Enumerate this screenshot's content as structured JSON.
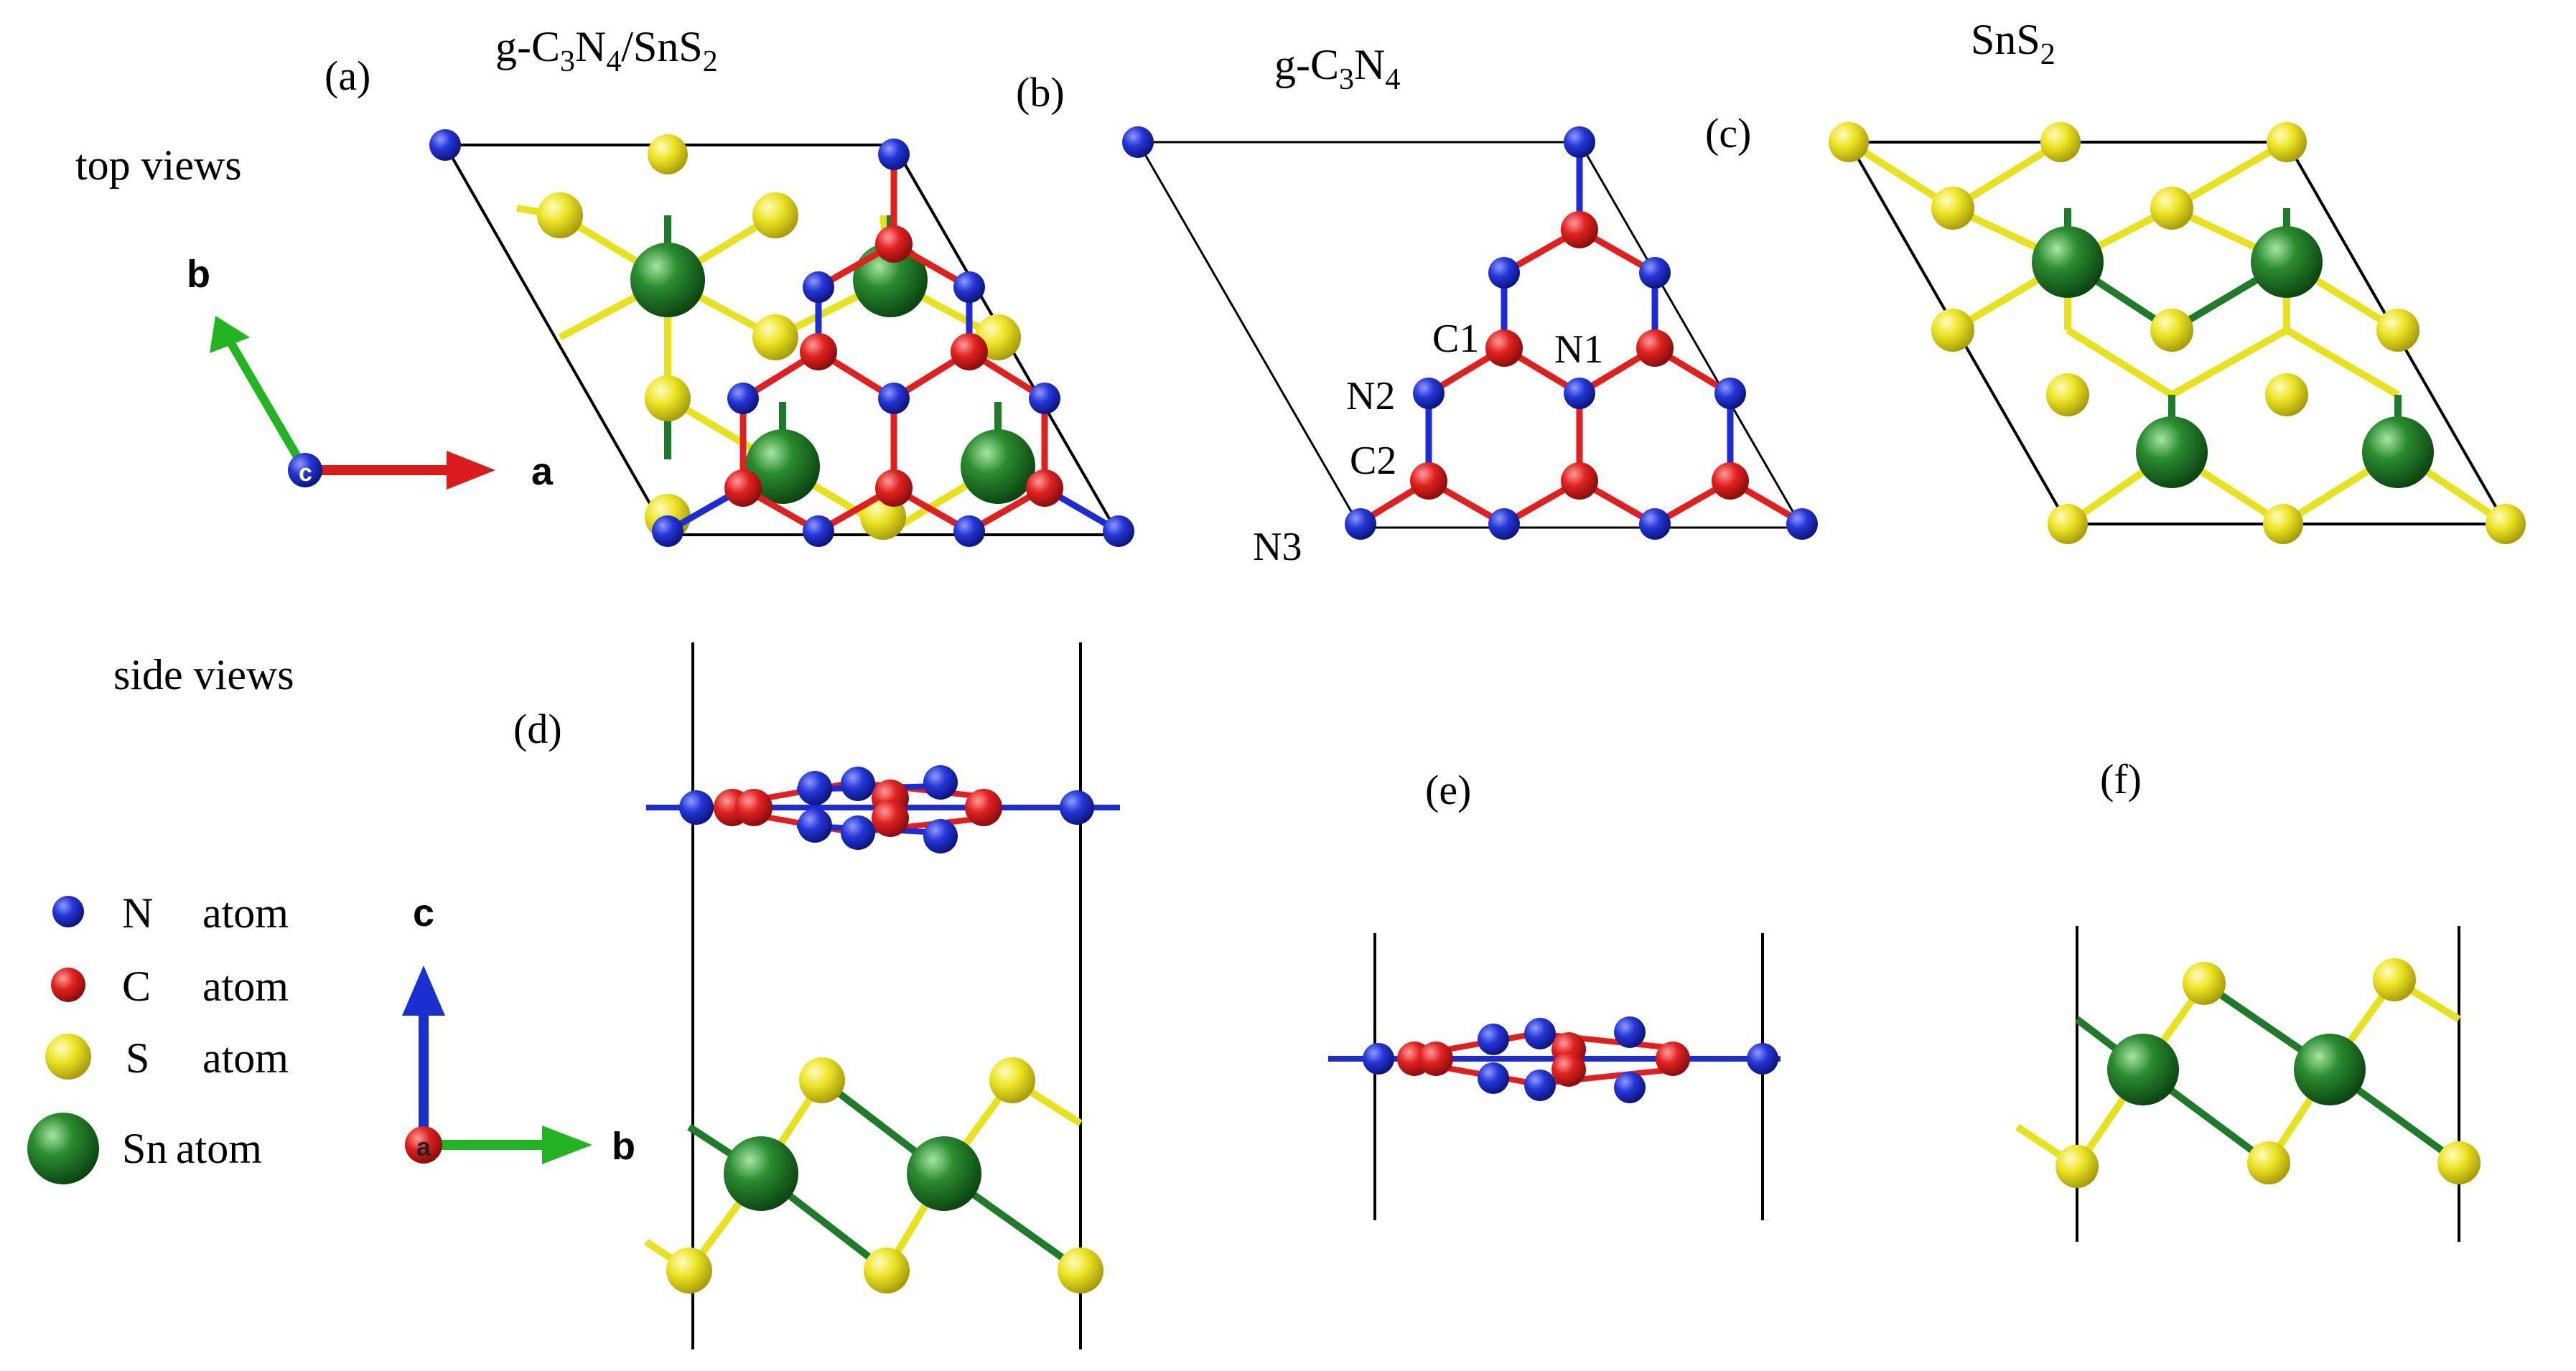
{
  "panels": {
    "a": {
      "label": "(a)",
      "title": "g-C3N4/SnS2"
    },
    "b": {
      "label": "(b)",
      "title": "g-C3N4"
    },
    "c": {
      "label": "(c)",
      "title": "SnS2"
    },
    "d": {
      "label": "(d)"
    },
    "e": {
      "label": "(e)"
    },
    "f": {
      "label": "(f)"
    }
  },
  "titles": {
    "a": {
      "pre": "g-C",
      "sub1": "3",
      "mid": "N",
      "sub2": "4",
      "post": "/SnS",
      "sub3": "2"
    },
    "b": {
      "pre": "g-C",
      "sub1": "3",
      "mid": "N",
      "sub2": "4"
    },
    "c": {
      "pre": "SnS",
      "sub1": "2"
    }
  },
  "row_labels": {
    "top": "top views",
    "side": "side views"
  },
  "axes": {
    "top": {
      "a": "a",
      "b": "b",
      "c": "c"
    },
    "side": {
      "c": "c",
      "a": "a",
      "b": "b"
    }
  },
  "atom_labels": {
    "c1": "C1",
    "n1": "N1",
    "n2": "N2",
    "c2": "C2",
    "n3": "N3"
  },
  "legend": [
    {
      "symbol": "N",
      "text": "atom",
      "color": "#2332cc"
    },
    {
      "symbol": "C",
      "text": "atom",
      "color": "#d8221f"
    },
    {
      "symbol": "S",
      "text": "atom",
      "color": "#e6e21e"
    },
    {
      "symbol": "Sn",
      "text": "atom",
      "color": "#1f7a2a"
    }
  ],
  "colors": {
    "nitrogen": "#2332cc",
    "carbon": "#d8221f",
    "sulfur": "#e6e21e",
    "tin": "#1f7a2a",
    "axis_a": "#d81b1b",
    "axis_b": "#22b422",
    "axis_c": "#1a2fd0"
  }
}
